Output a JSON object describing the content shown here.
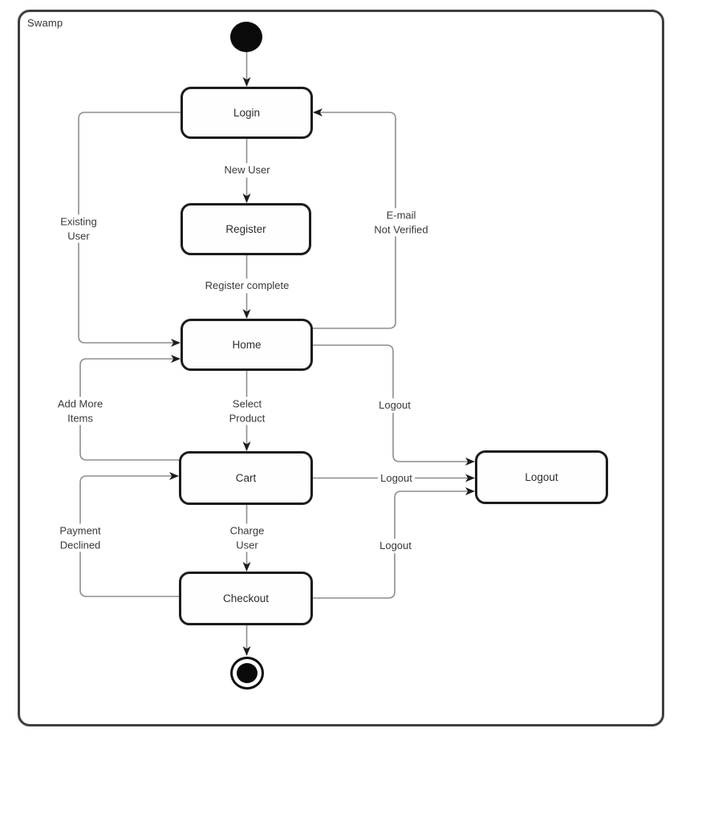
{
  "diagram": {
    "title": "Swamp",
    "type": "uml-state-diagram",
    "nodes": [
      {
        "id": "start",
        "type": "initial-state",
        "label": ""
      },
      {
        "id": "login",
        "type": "state",
        "label": "Login"
      },
      {
        "id": "register",
        "type": "state",
        "label": "Register"
      },
      {
        "id": "home",
        "type": "state",
        "label": "Home"
      },
      {
        "id": "cart",
        "type": "state",
        "label": "Cart"
      },
      {
        "id": "checkout",
        "type": "state",
        "label": "Checkout"
      },
      {
        "id": "logout",
        "type": "state",
        "label": "Logout"
      },
      {
        "id": "end",
        "type": "final-state",
        "label": ""
      }
    ],
    "edges": [
      {
        "from": "start",
        "to": "login",
        "lines": []
      },
      {
        "from": "login",
        "to": "register",
        "lines": [
          "New User"
        ]
      },
      {
        "from": "register",
        "to": "home",
        "lines": [
          "Register complete"
        ]
      },
      {
        "from": "login",
        "to": "home",
        "lines": [
          "Existing",
          "User"
        ]
      },
      {
        "from": "home",
        "to": "login",
        "lines": [
          "E-mail",
          "Not Verified"
        ]
      },
      {
        "from": "home",
        "to": "cart",
        "lines": [
          "Select",
          "Product"
        ]
      },
      {
        "from": "cart",
        "to": "home",
        "lines": [
          "Add More",
          "Items"
        ]
      },
      {
        "from": "cart",
        "to": "checkout",
        "lines": [
          "Charge",
          "User"
        ]
      },
      {
        "from": "checkout",
        "to": "cart",
        "lines": [
          "Payment",
          "Declined"
        ]
      },
      {
        "from": "home",
        "to": "logout",
        "lines": [
          "Logout"
        ]
      },
      {
        "from": "cart",
        "to": "logout",
        "lines": [
          "Logout"
        ]
      },
      {
        "from": "checkout",
        "to": "logout",
        "lines": [
          "Logout"
        ]
      },
      {
        "from": "checkout",
        "to": "end",
        "lines": []
      }
    ],
    "colors": {
      "background": "#ffffff",
      "frame_border": "#3f3f3f",
      "state_border": "#1c1c1c",
      "state_fill": "#fefefe",
      "connector": "#8e8e8e",
      "arrowhead": "#1c1c1c",
      "text": "#2e2e2e"
    }
  }
}
